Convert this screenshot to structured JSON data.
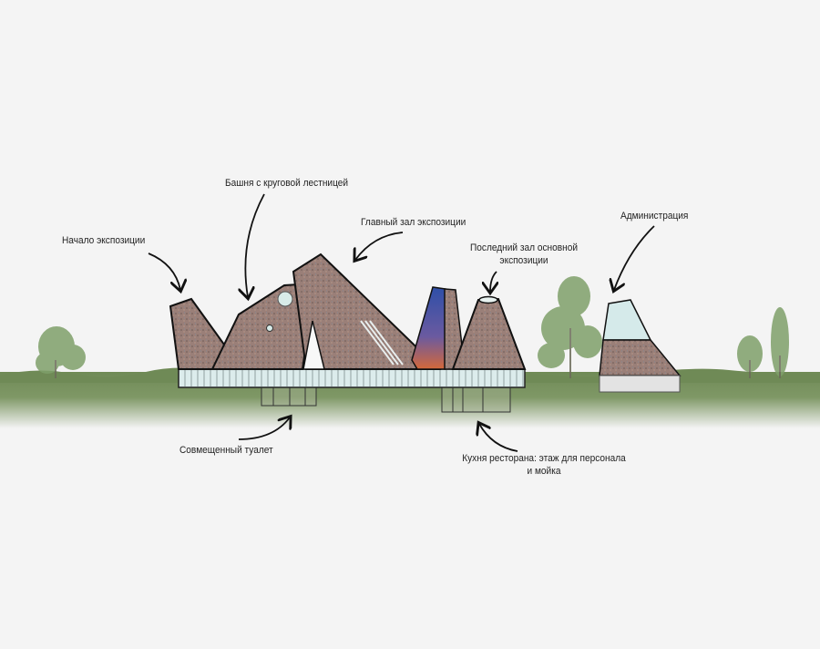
{
  "labels": {
    "start": "Начало экспозиции",
    "tower": "Башня с круговой лестницей",
    "main_hall": "Главный зал экспозиции",
    "last_hall_line1": "Последний зал основной",
    "last_hall_line2": "экспозиции",
    "administration": "Администрация",
    "toilet": "Совмещенный туалет",
    "kitchen_line1": "Кухня ресторана: этаж для персонала",
    "kitchen_line2": "и мойка"
  },
  "colors": {
    "background": "#f4f4f4",
    "stone": "#9a7f78",
    "glass": "#dcecec",
    "grass": "#6f8a56",
    "tower_top": "#2f4fa8",
    "tower_bottom": "#d4683a"
  }
}
